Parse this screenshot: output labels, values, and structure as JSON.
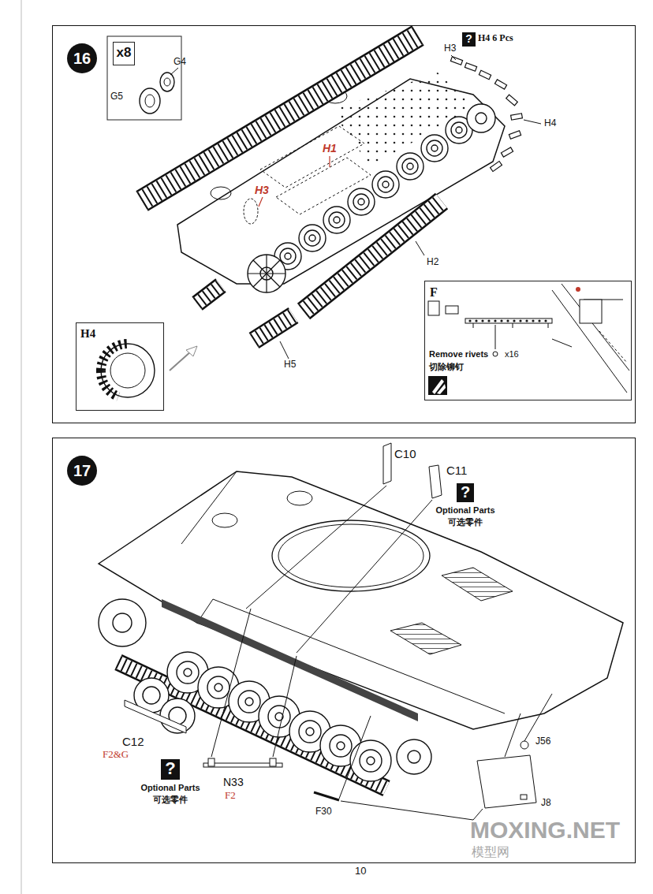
{
  "diagram": {
    "nodes": [
      {
        "text": [
          "16"
        ]
      },
      {
        "text": [
          "x8"
        ],
        "in": 0
      },
      {
        "text": [
          "?"
        ],
        "in": 0
      },
      {
        "text": [
          "H4"
        ],
        "in": 0
      },
      {
        "text": [
          "Remove rivets",
          "切除铆钉"
        ],
        "in": 0
      },
      {
        "text": [
          "17"
        ]
      },
      {
        "text": [
          "?",
          "Optional Parts",
          "可选零件"
        ],
        "in": 5
      },
      {
        "text": [
          "?",
          "Optional Parts",
          "可选零件"
        ],
        "in": 5
      }
    ],
    "labels": [
      "G4",
      "G5",
      "H4 6 Pcs",
      "H3",
      "H4",
      "H1",
      "H3",
      "H2",
      "H5",
      "F",
      "x16",
      "C10",
      "C11",
      "C12",
      "F2&G",
      "N33",
      "F2",
      "F30",
      "J56",
      "J8",
      "MOXING.NET",
      "模型网",
      "10"
    ]
  }
}
